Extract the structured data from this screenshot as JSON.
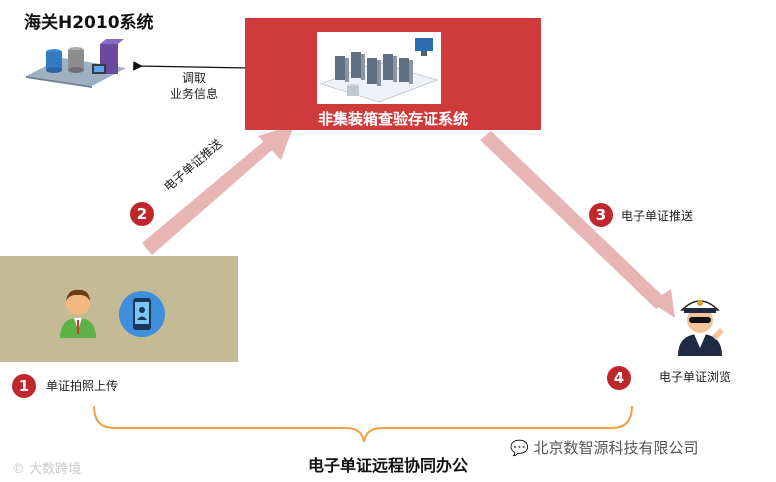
{
  "h2010": {
    "title": "海关H2010系统"
  },
  "exchange": {
    "line1": "调取",
    "line2": "业务信息"
  },
  "main_system": {
    "label": "非集装箱查验存证系统"
  },
  "steps": [
    {
      "number": "1",
      "label": "单证拍照上传"
    },
    {
      "number": "2",
      "label": "电子单证推送"
    },
    {
      "number": "3",
      "label": "电子单证推送"
    },
    {
      "number": "4",
      "label": "电子单证浏览"
    }
  ],
  "bottom": {
    "title": "电子单证远程协同办公"
  },
  "watermarks": {
    "company": "北京数智源科技有限公司",
    "source": "大数跨境"
  },
  "colors": {
    "main_red": "#cf3a3b",
    "badge_red": "#c0272d",
    "arrow_pink": "#e8b5b5",
    "brace_orange": "#f0a04a",
    "panel_khaki": "#c4bb96"
  }
}
